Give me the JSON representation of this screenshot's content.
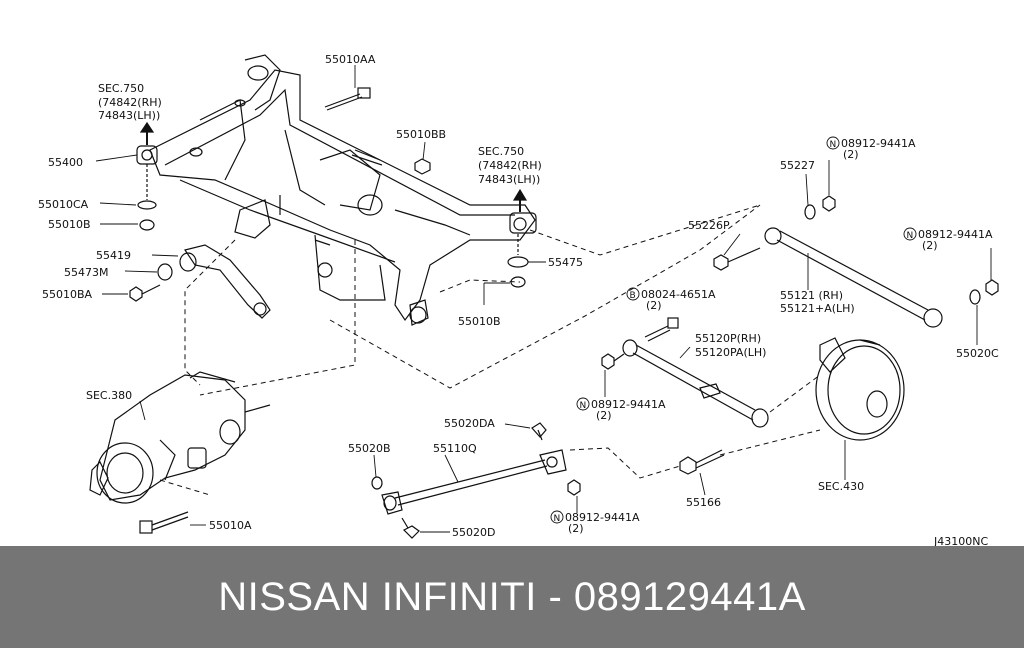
{
  "diagram": {
    "code": "J43100NC",
    "callouts": {
      "sec750_left": [
        "SEC.750",
        "(74842(RH)",
        " 74843(LH))"
      ],
      "sec750_right": [
        "SEC.750",
        "(74842(RH)",
        " 74843(LH))"
      ],
      "p55010AA": "55010AA",
      "p55010BB": "55010BB",
      "p55400": "55400",
      "p55010CA": "55010CA",
      "p55010B_top": "55010B",
      "p55419": "55419",
      "p55473M": "55473M",
      "p55010BA": "55010BA",
      "p55475": "55475",
      "p55010B_mid": "55010B",
      "sec380": "SEC.380",
      "p55010A": "55010A",
      "p55020DA": "55020DA",
      "p55020B": "55020B",
      "p55110Q": "55110Q",
      "p55020D": "55020D",
      "nut_bottom": [
        "08912-9441A",
        "(2)"
      ],
      "p55166": "55166",
      "sec430": "SEC.430",
      "nut_mid": [
        "08912-9441A",
        "(2)"
      ],
      "p55120": [
        "55120P(RH)",
        "55120PA(LH)"
      ],
      "bolt_b": [
        "08024-4651A",
        "(2)"
      ],
      "p55226P": "55226P",
      "p55227": "55227",
      "nut_top": [
        "08912-9441A",
        "(2)"
      ],
      "p55121": [
        "55121   (RH)",
        "55121+A(LH)"
      ],
      "nut_right": [
        "08912-9441A",
        "(2)"
      ],
      "p55020C": "55020C"
    },
    "badges": {
      "n": "N",
      "b": "B"
    }
  },
  "footer": {
    "title": "NISSAN INFINITI - 089129441A"
  },
  "colors": {
    "footer_bg": "#757575",
    "footer_text": "#ffffff",
    "line": "#111111"
  }
}
